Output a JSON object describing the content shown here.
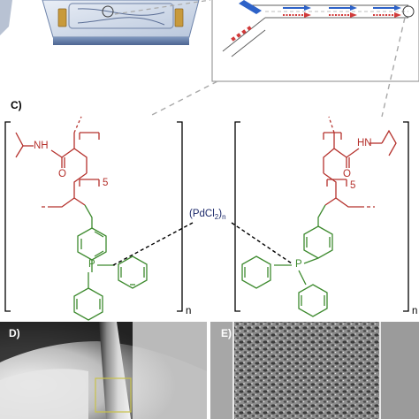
{
  "panel_labels": {
    "c": "C)",
    "d": "D)",
    "e": "E)"
  },
  "colors": {
    "polymer_backbone": "#b5312c",
    "phosphine_ligand": "#3d8a2e",
    "palladium_complex": "#1d2a6b",
    "flow_arrow_blue": "#2d62c8",
    "flow_arrow_red": "#d13a3a",
    "inset_box": "#c9c24a"
  },
  "structure_left": {
    "amide_nh": "NH",
    "carbonyl_o": "O",
    "repeat_5": "5",
    "phosphorus": "P",
    "repeat_n": "n"
  },
  "structure_right": {
    "amide_nh": "HN",
    "carbonyl_o": "O",
    "repeat_5": "5",
    "phosphorus": "P",
    "repeat_n": "n"
  },
  "palladium": {
    "prefix": "(PdCl",
    "subscript": "2",
    "suffix": ")",
    "sub_n": "n"
  }
}
